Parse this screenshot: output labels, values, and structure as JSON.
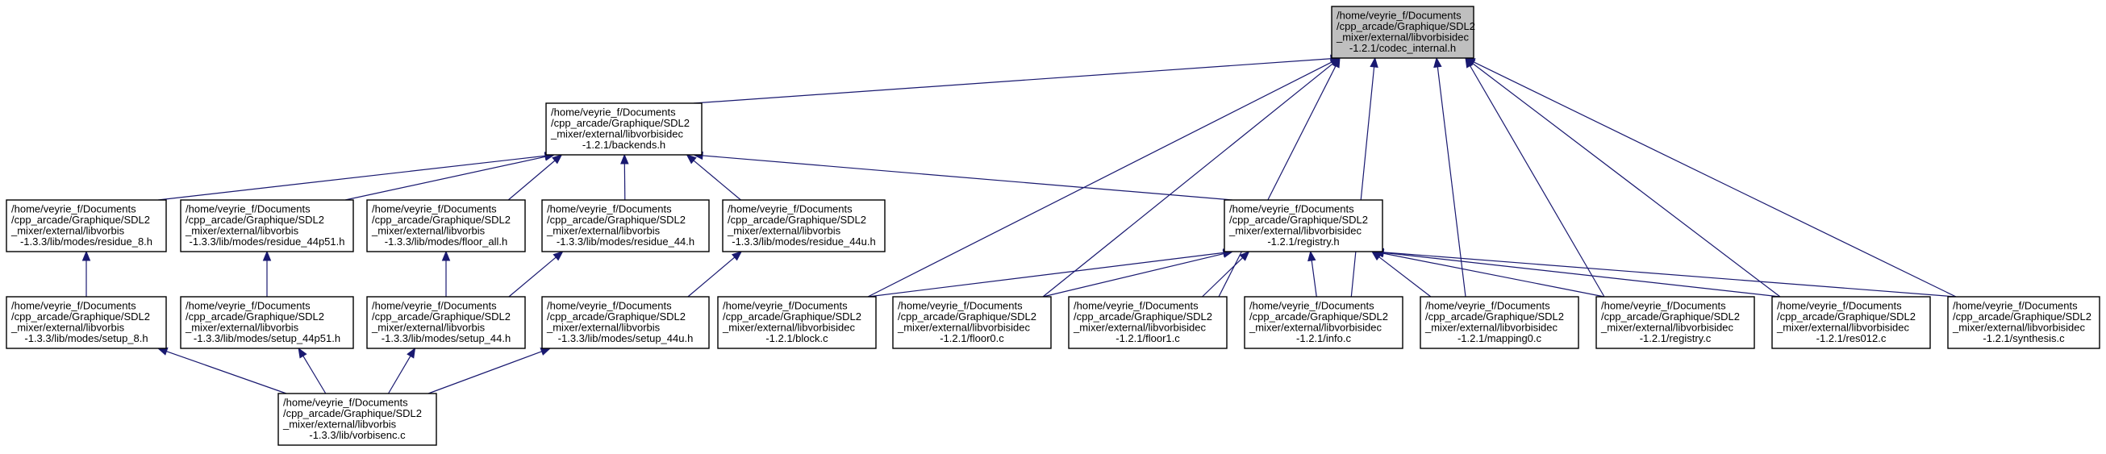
{
  "graph": {
    "colors": {
      "edge": "#191970",
      "root_fill": "#bfbfbf",
      "node_fill": "#ffffff",
      "border": "#000000"
    },
    "nodes": [
      {
        "id": "codec_internal",
        "root": true,
        "lines": [
          "/home/veyrie_f/Documents",
          "/cpp_arcade/Graphique/SDL2",
          "_mixer/external/libvorbisidec",
          "-1.2.1/codec_internal.h"
        ]
      },
      {
        "id": "backends",
        "lines": [
          "/home/veyrie_f/Documents",
          "/cpp_arcade/Graphique/SDL2",
          "_mixer/external/libvorbisidec",
          "-1.2.1/backends.h"
        ]
      },
      {
        "id": "residue_8",
        "lines": [
          "/home/veyrie_f/Documents",
          "/cpp_arcade/Graphique/SDL2",
          "_mixer/external/libvorbis",
          "-1.3.3/lib/modes/residue_8.h"
        ]
      },
      {
        "id": "residue_44p51",
        "lines": [
          "/home/veyrie_f/Documents",
          "/cpp_arcade/Graphique/SDL2",
          "_mixer/external/libvorbis",
          "-1.3.3/lib/modes/residue_44p51.h"
        ]
      },
      {
        "id": "floor_all",
        "lines": [
          "/home/veyrie_f/Documents",
          "/cpp_arcade/Graphique/SDL2",
          "_mixer/external/libvorbis",
          "-1.3.3/lib/modes/floor_all.h"
        ]
      },
      {
        "id": "residue_44",
        "lines": [
          "/home/veyrie_f/Documents",
          "/cpp_arcade/Graphique/SDL2",
          "_mixer/external/libvorbis",
          "-1.3.3/lib/modes/residue_44.h"
        ]
      },
      {
        "id": "residue_44u",
        "lines": [
          "/home/veyrie_f/Documents",
          "/cpp_arcade/Graphique/SDL2",
          "_mixer/external/libvorbis",
          "-1.3.3/lib/modes/residue_44u.h"
        ]
      },
      {
        "id": "registry_h",
        "lines": [
          "/home/veyrie_f/Documents",
          "/cpp_arcade/Graphique/SDL2",
          "_mixer/external/libvorbisidec",
          "-1.2.1/registry.h"
        ]
      },
      {
        "id": "setup_8",
        "lines": [
          "/home/veyrie_f/Documents",
          "/cpp_arcade/Graphique/SDL2",
          "_mixer/external/libvorbis",
          "-1.3.3/lib/modes/setup_8.h"
        ]
      },
      {
        "id": "setup_44p51",
        "lines": [
          "/home/veyrie_f/Documents",
          "/cpp_arcade/Graphique/SDL2",
          "_mixer/external/libvorbis",
          "-1.3.3/lib/modes/setup_44p51.h"
        ]
      },
      {
        "id": "setup_44",
        "lines": [
          "/home/veyrie_f/Documents",
          "/cpp_arcade/Graphique/SDL2",
          "_mixer/external/libvorbis",
          "-1.3.3/lib/modes/setup_44.h"
        ]
      },
      {
        "id": "setup_44u",
        "lines": [
          "/home/veyrie_f/Documents",
          "/cpp_arcade/Graphique/SDL2",
          "_mixer/external/libvorbis",
          "-1.3.3/lib/modes/setup_44u.h"
        ]
      },
      {
        "id": "block_c",
        "lines": [
          "/home/veyrie_f/Documents",
          "/cpp_arcade/Graphique/SDL2",
          "_mixer/external/libvorbisidec",
          "-1.2.1/block.c"
        ]
      },
      {
        "id": "floor0_c",
        "lines": [
          "/home/veyrie_f/Documents",
          "/cpp_arcade/Graphique/SDL2",
          "_mixer/external/libvorbisidec",
          "-1.2.1/floor0.c"
        ]
      },
      {
        "id": "floor1_c",
        "lines": [
          "/home/veyrie_f/Documents",
          "/cpp_arcade/Graphique/SDL2",
          "_mixer/external/libvorbisidec",
          "-1.2.1/floor1.c"
        ]
      },
      {
        "id": "info_c",
        "lines": [
          "/home/veyrie_f/Documents",
          "/cpp_arcade/Graphique/SDL2",
          "_mixer/external/libvorbisidec",
          "-1.2.1/info.c"
        ]
      },
      {
        "id": "mapping0_c",
        "lines": [
          "/home/veyrie_f/Documents",
          "/cpp_arcade/Graphique/SDL2",
          "_mixer/external/libvorbisidec",
          "-1.2.1/mapping0.c"
        ]
      },
      {
        "id": "registry_c",
        "lines": [
          "/home/veyrie_f/Documents",
          "/cpp_arcade/Graphique/SDL2",
          "_mixer/external/libvorbisidec",
          "-1.2.1/registry.c"
        ]
      },
      {
        "id": "res012_c",
        "lines": [
          "/home/veyrie_f/Documents",
          "/cpp_arcade/Graphique/SDL2",
          "_mixer/external/libvorbisidec",
          "-1.2.1/res012.c"
        ]
      },
      {
        "id": "synthesis_c",
        "lines": [
          "/home/veyrie_f/Documents",
          "/cpp_arcade/Graphique/SDL2",
          "_mixer/external/libvorbisidec",
          "-1.2.1/synthesis.c"
        ]
      },
      {
        "id": "vorbisenc_c",
        "lines": [
          "/home/veyrie_f/Documents",
          "/cpp_arcade/Graphique/SDL2",
          "_mixer/external/libvorbis",
          "-1.3.3/lib/vorbisenc.c"
        ]
      }
    ],
    "edges": [
      [
        "backends",
        "codec_internal"
      ],
      [
        "block_c",
        "codec_internal"
      ],
      [
        "floor0_c",
        "codec_internal"
      ],
      [
        "floor1_c",
        "codec_internal"
      ],
      [
        "info_c",
        "codec_internal"
      ],
      [
        "mapping0_c",
        "codec_internal"
      ],
      [
        "registry_c",
        "codec_internal"
      ],
      [
        "res012_c",
        "codec_internal"
      ],
      [
        "synthesis_c",
        "codec_internal"
      ],
      [
        "residue_8",
        "backends"
      ],
      [
        "residue_44p51",
        "backends"
      ],
      [
        "floor_all",
        "backends"
      ],
      [
        "residue_44",
        "backends"
      ],
      [
        "residue_44u",
        "backends"
      ],
      [
        "registry_h",
        "backends"
      ],
      [
        "setup_8",
        "residue_8"
      ],
      [
        "setup_44p51",
        "residue_44p51"
      ],
      [
        "setup_44",
        "floor_all"
      ],
      [
        "setup_44",
        "residue_44"
      ],
      [
        "setup_44u",
        "residue_44u"
      ],
      [
        "vorbisenc_c",
        "setup_8"
      ],
      [
        "vorbisenc_c",
        "setup_44p51"
      ],
      [
        "vorbisenc_c",
        "setup_44"
      ],
      [
        "vorbisenc_c",
        "setup_44u"
      ],
      [
        "block_c",
        "registry_h"
      ],
      [
        "floor0_c",
        "registry_h"
      ],
      [
        "floor1_c",
        "registry_h"
      ],
      [
        "info_c",
        "registry_h"
      ],
      [
        "mapping0_c",
        "registry_h"
      ],
      [
        "registry_c",
        "registry_h"
      ],
      [
        "res012_c",
        "registry_h"
      ],
      [
        "synthesis_c",
        "registry_h"
      ]
    ]
  }
}
